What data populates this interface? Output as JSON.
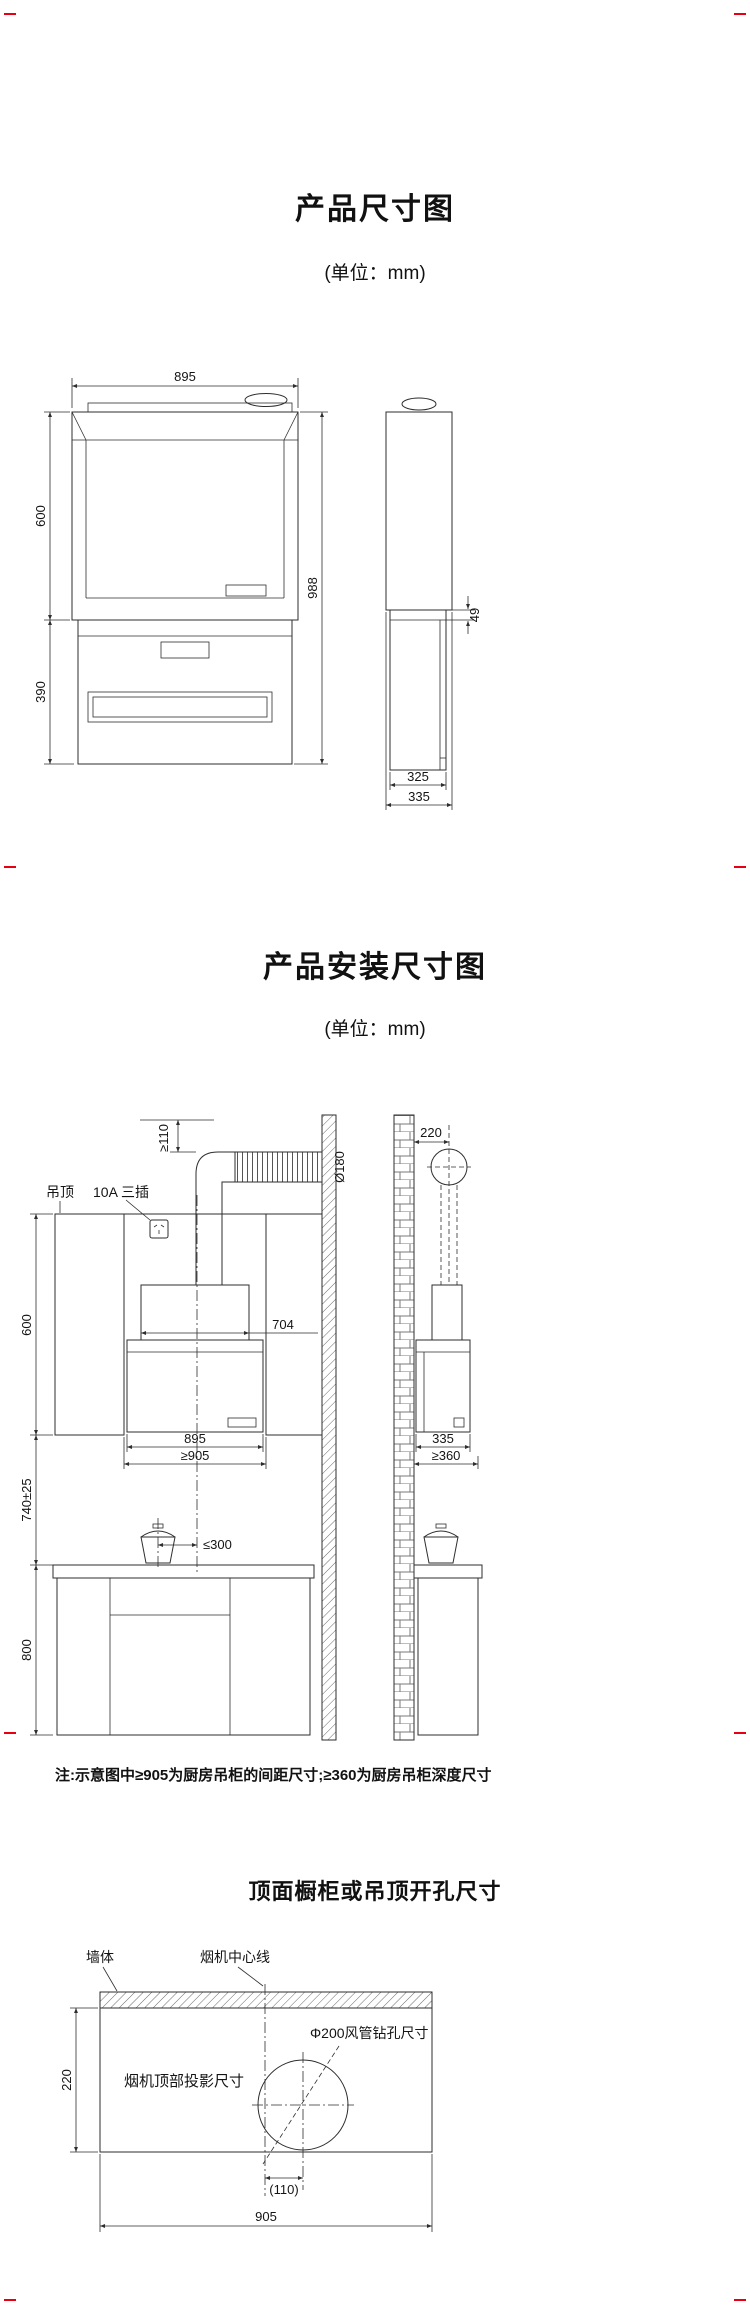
{
  "page": {
    "background": "#ffffff",
    "line_color": "#2e2e2e",
    "crop_mark_color": "#e60012"
  },
  "section1": {
    "title": "产品尺寸图",
    "unit": "(单位：mm)",
    "front_view": {
      "width": "895",
      "upper_height": "600",
      "lower_height": "390",
      "total_height": "988"
    },
    "side_view": {
      "step_height": "49",
      "lower_depth": "325",
      "total_depth": "335"
    }
  },
  "section2": {
    "title": "产品安装尺寸图",
    "unit": "(单位：mm)",
    "labels": {
      "ceiling": "吊顶",
      "socket": "10A 三插",
      "top_clearance": "≥110",
      "duct_diameter": "Ø180",
      "duct_cover_width": "704",
      "hood_width": "895",
      "cabinet_gap": "≥905",
      "cabinet_height": "600",
      "install_height": "740±25",
      "max_offset": "≤300",
      "base_cabinet_height": "800",
      "wall_to_duct": "220",
      "hood_depth": "335",
      "cabinet_depth": "≥360"
    },
    "note": "注:示意图中≥905为厨房吊柜的间距尺寸;≥360为厨房吊柜深度尺寸"
  },
  "section3": {
    "title": "顶面橱柜或吊顶开孔尺寸",
    "labels": {
      "wall": "墙体",
      "hood_centerline": "烟机中心线",
      "top_projection": "烟机顶部投影尺寸",
      "drill_hole": "Φ200风管钻孔尺寸",
      "projection_depth": "220",
      "hole_offset": "(110)",
      "projection_width": "905"
    }
  }
}
